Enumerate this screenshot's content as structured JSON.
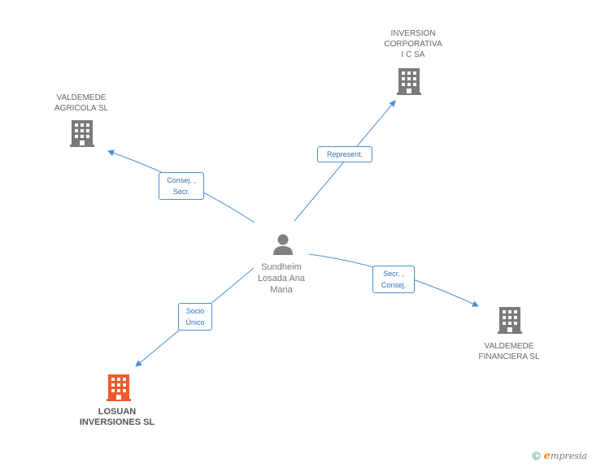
{
  "colors": {
    "edge": "#4a8fd6",
    "building": "#7a7a7a",
    "building_focus": "#f05a28",
    "person": "#808080"
  },
  "nodes": {
    "center": {
      "label": "Sundheim\nLosada Ana\nMaria",
      "icon": "person-icon"
    },
    "inversion": {
      "label": "INVERSION\nCORPORATIVA\nI C SA",
      "icon": "building-icon"
    },
    "agricola": {
      "label": "VALDEMEDE\nAGRICOLA SL",
      "icon": "building-icon"
    },
    "financiera": {
      "label": "VALDEMEDE\nFINANCIERA SL",
      "icon": "building-icon"
    },
    "losuan": {
      "label": "LOSUAN\nINVERSIONES SL",
      "icon": "building-icon"
    }
  },
  "edges": {
    "to_inversion": "Represent.",
    "to_agricola": "Consej. ,\nSecr.",
    "to_financiera": "Secr. ,\nConsej.",
    "to_losuan": "Socio\nÚnico"
  },
  "footer": {
    "copyright": "©",
    "brand_initial": "e",
    "brand_rest": "mpresia"
  }
}
